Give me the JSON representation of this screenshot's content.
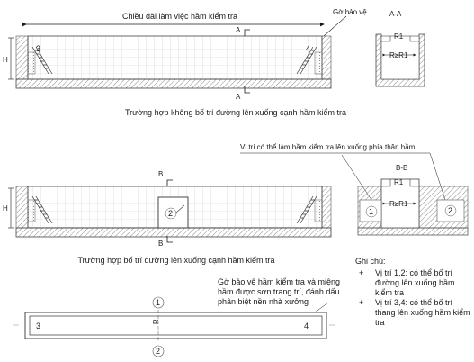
{
  "diagram": {
    "top_dimension_label": "Chiều dài làm việc hầm kiểm tra",
    "guard_top_label": "Gờ bảo vệ",
    "section_aa_title": "A-A",
    "section_a_marker": "A",
    "section_b_marker": "B",
    "height_label": "H",
    "r1_label": "R1",
    "r_ge_r1_label": "R≥R1",
    "caption_top": "Trường hợp không bố trí đường lên xuống cạnh hầm kiểm tra",
    "callout_label": "Vị trí có thể làm hầm kiểm tra lên xuống phía thân hầm",
    "section_bb_title": "B-B",
    "caption_middle": "Trường hợp bố trí đường lên xuống cạnh hầm kiểm tra",
    "plan_r_label": "R",
    "plan_note": "Gờ bảo vệ hầm kiểm tra và miệng hầm được sơn trang trí, đánh dấu phân biệt nền nhà xưởng",
    "numbers": {
      "n1": "1",
      "n2": "2",
      "n3": "3",
      "n4": "4"
    }
  },
  "notes": {
    "heading": "Ghi chú:",
    "bullet": "+",
    "item1": "Vị trí 1,2: có thể bố trí đường lên xuống hầm kiểm tra",
    "item2": "Vị trí 3,4: có thể bố trí thang lên xuống hầm kiểm tra"
  }
}
